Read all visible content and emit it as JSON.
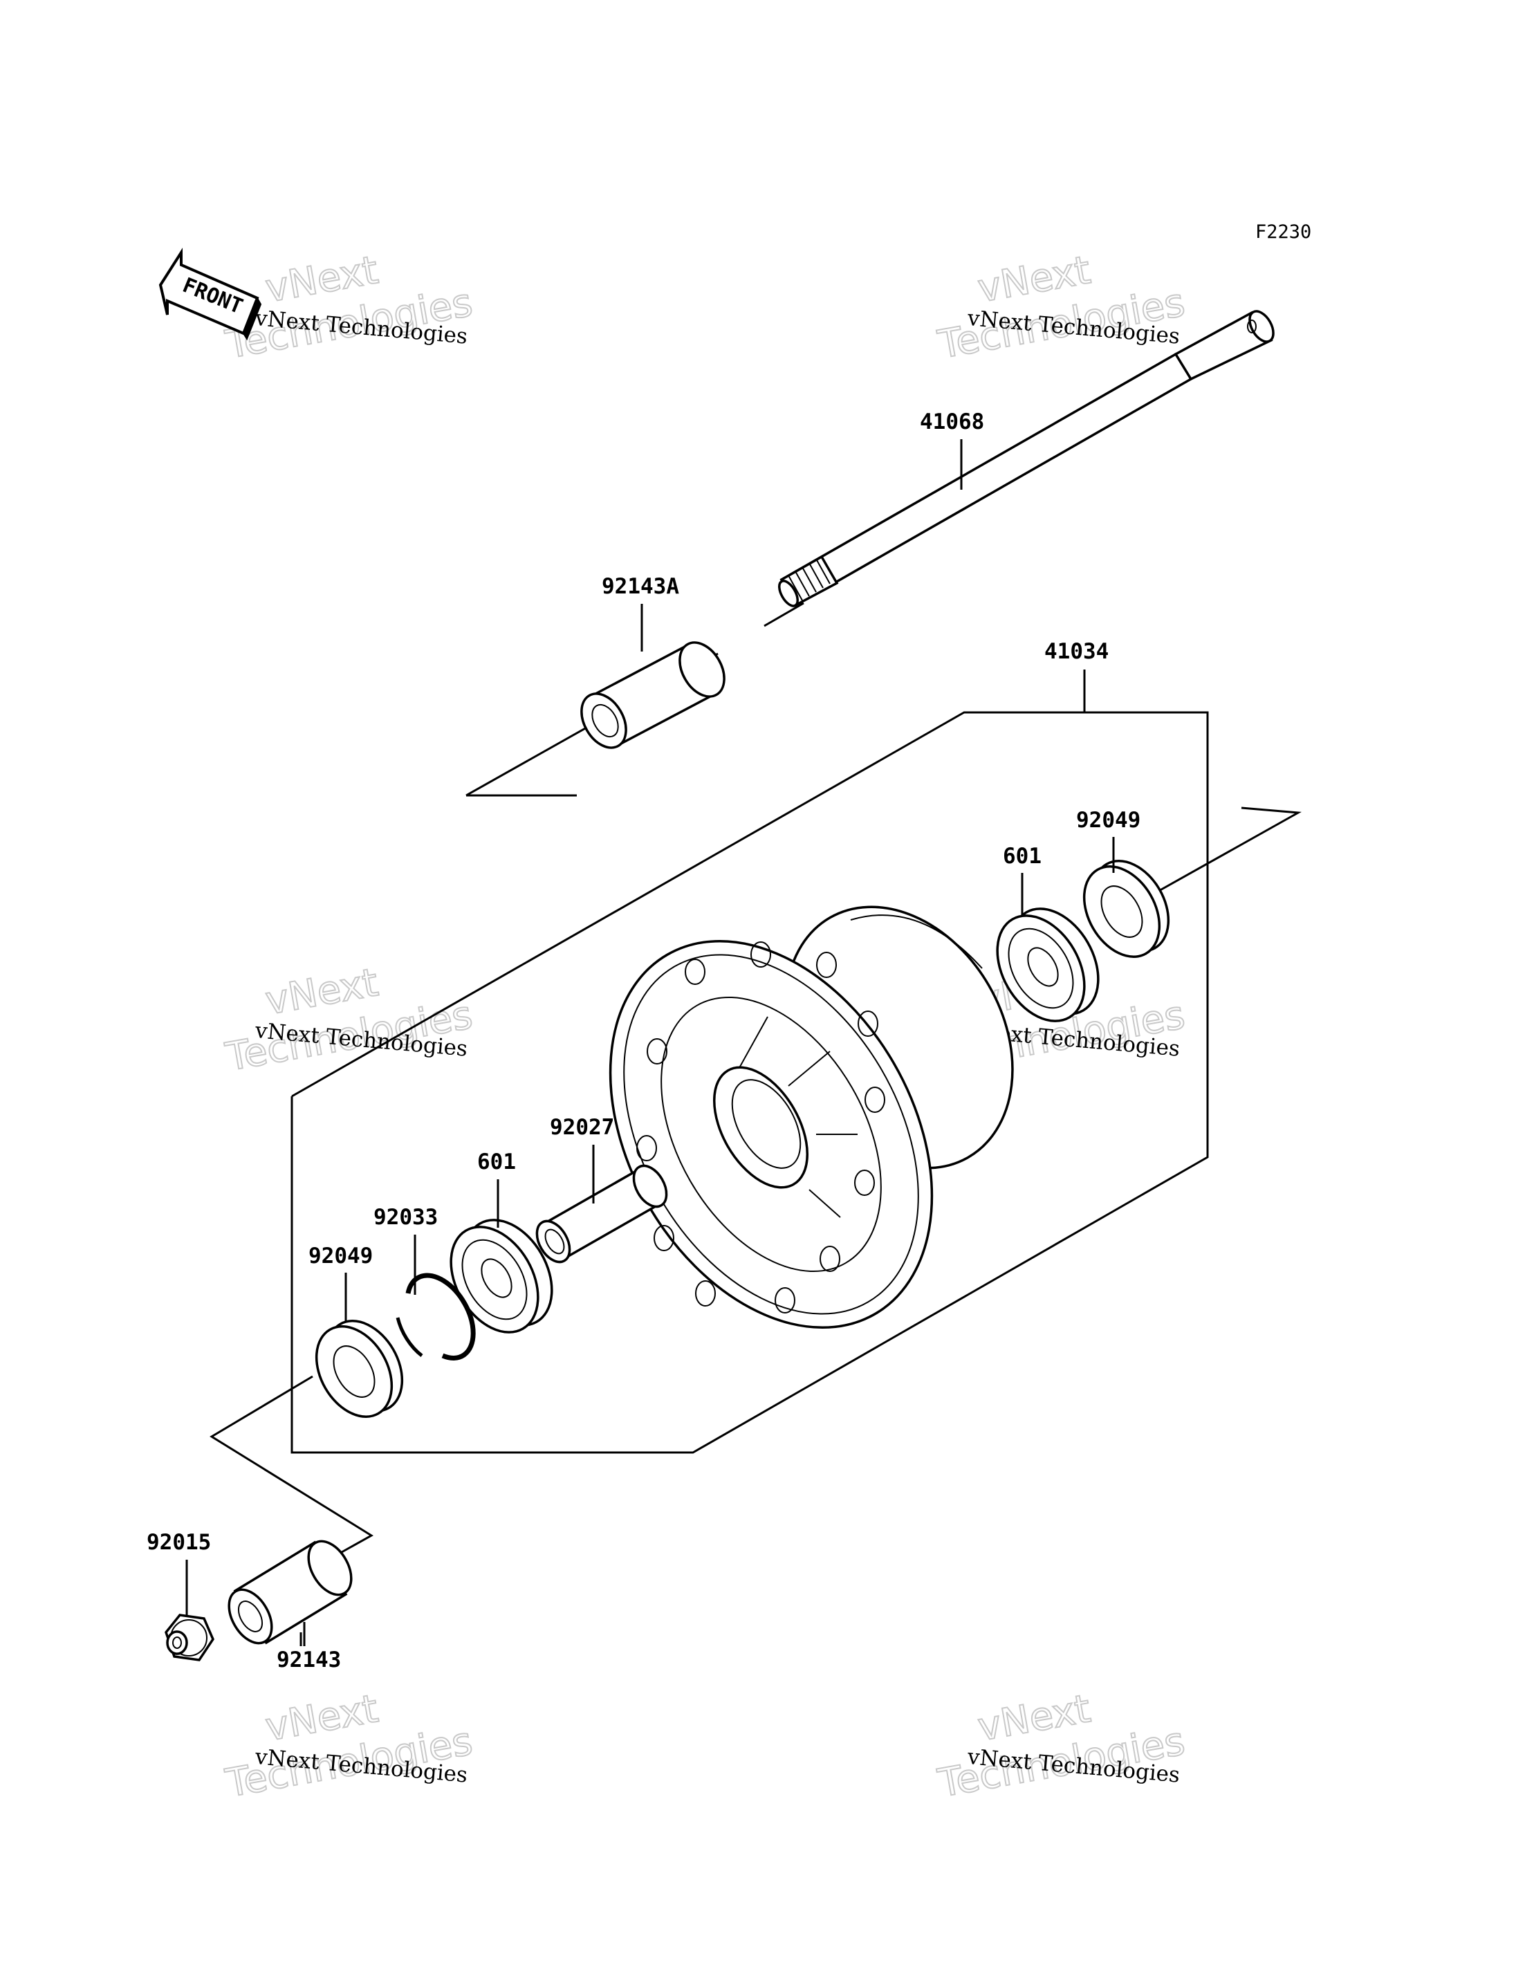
{
  "figure_ref": "F2230",
  "front_label": "FRONT",
  "watermark_small": "vNext Technologies",
  "watermark_big_line1": "vNext",
  "watermark_big_line2": "Technologies",
  "callouts": {
    "axle": "41068",
    "collar_a": "92143A",
    "hub": "41034",
    "seal_right": "92049",
    "bearing_right": "601",
    "spacer": "92027",
    "bearing_left": "601",
    "circlip": "92033",
    "seal_left": "92049",
    "nut": "92015",
    "collar": "92143"
  }
}
